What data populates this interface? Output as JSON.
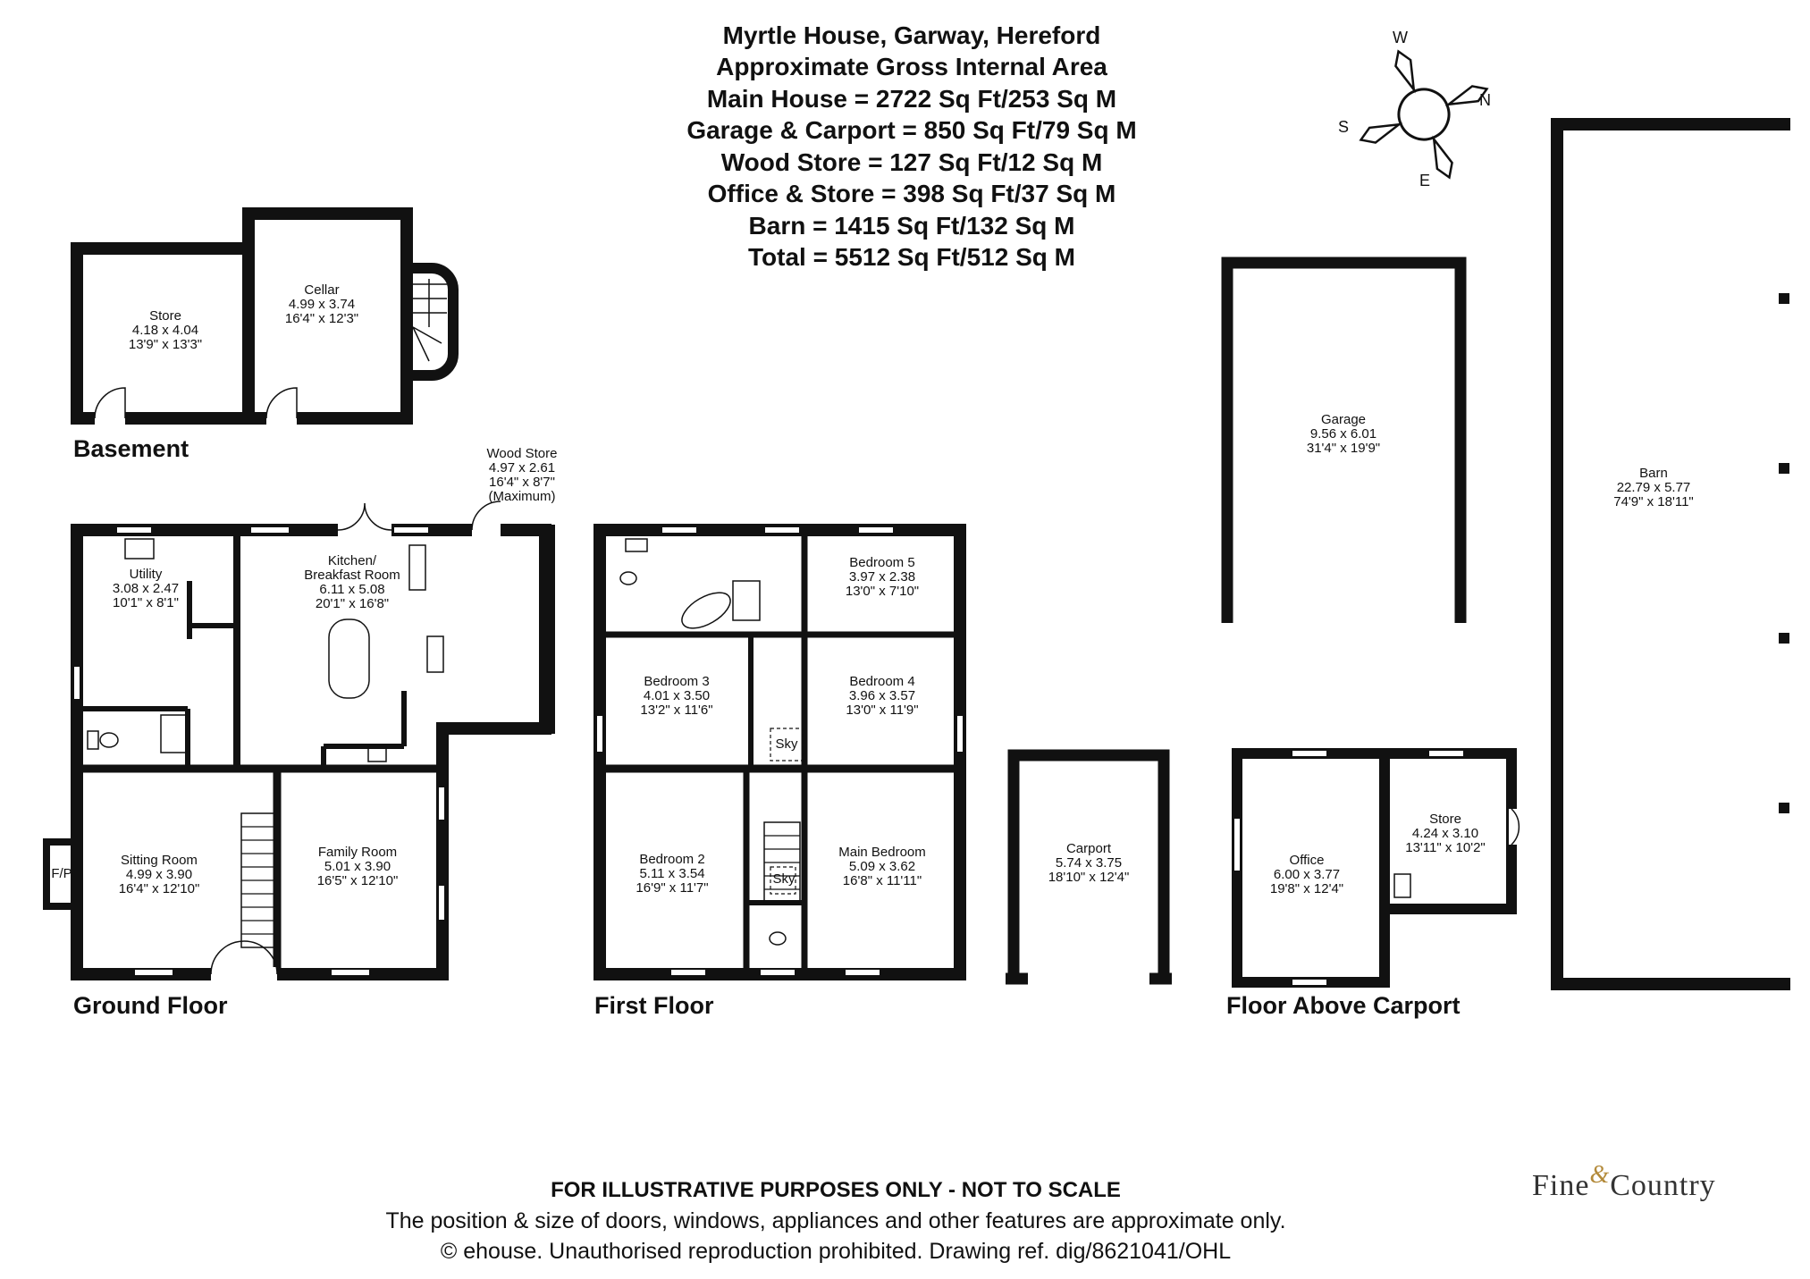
{
  "header": {
    "title": "Myrtle House, Garway, Hereford",
    "subtitle": "Approximate Gross Internal Area",
    "areas": [
      "Main House = 2722 Sq Ft/253 Sq M",
      "Garage & Carport = 850 Sq Ft/79 Sq M",
      "Wood Store = 127 Sq Ft/12 Sq M",
      "Office & Store = 398 Sq Ft/37 Sq M",
      "Barn = 1415 Sq Ft/132 Sq M",
      "Total = 5512 Sq Ft/512 Sq M"
    ]
  },
  "compass": {
    "w": "W",
    "n": "N",
    "s": "S",
    "e": "E"
  },
  "floors": {
    "basement": "Basement",
    "ground": "Ground Floor",
    "first": "First Floor",
    "above_carport": "Floor Above Carport"
  },
  "rooms": {
    "store_b": [
      "Store",
      "4.18 x 4.04",
      "13'9\" x 13'3\""
    ],
    "cellar": [
      "Cellar",
      "4.99 x 3.74",
      "16'4\" x 12'3\""
    ],
    "wood_store": [
      "Wood Store",
      "4.97 x 2.61",
      "16'4\" x 8'7\"",
      "(Maximum)"
    ],
    "utility": [
      "Utility",
      "3.08 x 2.47",
      "10'1\" x 8'1\""
    ],
    "kitchen": [
      "Kitchen/",
      "Breakfast Room",
      "6.11 x 5.08",
      "20'1\" x 16'8\""
    ],
    "sitting": [
      "Sitting Room",
      "4.99 x 3.90",
      "16'4\" x 12'10\""
    ],
    "family": [
      "Family Room",
      "5.01 x 3.90",
      "16'5\" x 12'10\""
    ],
    "fp": "F/P",
    "bed5": [
      "Bedroom 5",
      "3.97 x 2.38",
      "13'0\" x 7'10\""
    ],
    "bed3": [
      "Bedroom 3",
      "4.01 x 3.50",
      "13'2\" x 11'6\""
    ],
    "bed4": [
      "Bedroom 4",
      "3.96 x 3.57",
      "13'0\" x 11'9\""
    ],
    "bed2": [
      "Bedroom 2",
      "5.11 x 3.54",
      "16'9\" x 11'7\""
    ],
    "main_bed": [
      "Main Bedroom",
      "5.09 x 3.62",
      "16'8\" x 11'11\""
    ],
    "sky": "Sky",
    "carport": [
      "Carport",
      "5.74 x 3.75",
      "18'10\" x 12'4\""
    ],
    "garage": [
      "Garage",
      "9.56 x 6.01",
      "31'4\" x 19'9\""
    ],
    "office": [
      "Office",
      "6.00 x 3.77",
      "19'8\" x 12'4\""
    ],
    "store_c": [
      "Store",
      "4.24 x 3.10",
      "13'11\" x 10'2\""
    ],
    "barn": [
      "Barn",
      "22.79 x 5.77",
      "74'9\" x 18'11\""
    ]
  },
  "footer": {
    "line1": "FOR ILLUSTRATIVE PURPOSES ONLY - NOT TO SCALE",
    "line2": "The position & size of doors, windows, appliances and other features are approximate only.",
    "line3": "© ehouse. Unauthorised reproduction prohibited. Drawing ref. dig/8621041/OHL"
  },
  "brand": {
    "left": "Fine",
    "amp": "&",
    "right": "Country"
  }
}
